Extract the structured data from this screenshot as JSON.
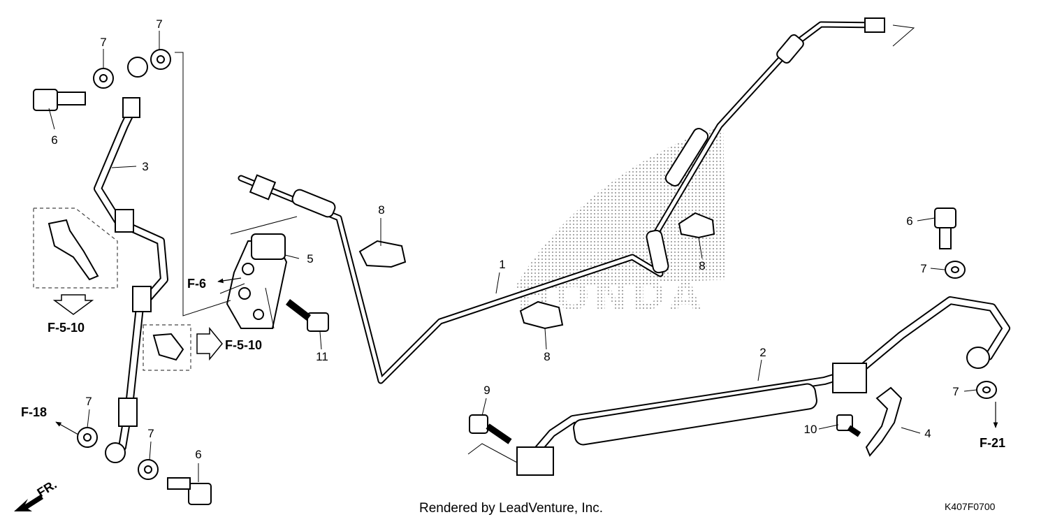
{
  "diagram": {
    "callouts": {
      "n1": "1",
      "n2": "2",
      "n3": "3",
      "n4": "4",
      "n5": "5",
      "n6a": "6",
      "n6b": "6",
      "n6c": "6",
      "n7a": "7",
      "n7b": "7",
      "n7c": "7",
      "n7d": "7",
      "n7e": "7",
      "n7f": "7",
      "n8a": "8",
      "n8b": "8",
      "n8c": "8",
      "n9": "9",
      "n10": "10",
      "n11": "11"
    },
    "references": {
      "f6": "F-6",
      "f510a": "F-5-10",
      "f510b": "F-5-10",
      "f18": "F-18",
      "f21": "F-21",
      "fr": "FR."
    },
    "brand_watermark": "HONDA",
    "footer": {
      "credit": "Rendered by LeadVenture, Inc.",
      "diagram_code": "K407F0700"
    }
  }
}
